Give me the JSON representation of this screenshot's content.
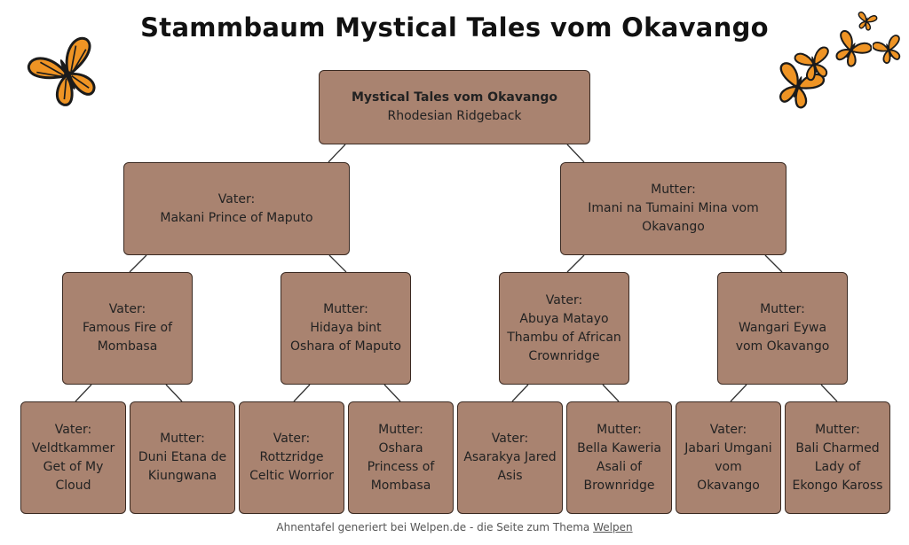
{
  "title": "Stammbaum Mystical Tales vom Okavango",
  "root": {
    "name": "Mystical Tales vom Okavango",
    "breed": "Rhodesian Ridgeback"
  },
  "gen1": [
    {
      "role": "Vater:",
      "name": "Makani Prince of Maputo"
    },
    {
      "role": "Mutter:",
      "name": "Imani na Tumaini Mina vom Okavango"
    }
  ],
  "gen2": [
    {
      "role": "Vater:",
      "name": "Famous Fire of Mombasa"
    },
    {
      "role": "Mutter:",
      "name": "Hidaya bint Oshara of Maputo"
    },
    {
      "role": "Vater:",
      "name": "Abuya Matayo Thambu of African Crownridge"
    },
    {
      "role": "Mutter:",
      "name": "Wangari Eywa vom Okavango"
    }
  ],
  "gen3": [
    {
      "role": "Vater:",
      "name": "Veldtkammer Get of My Cloud"
    },
    {
      "role": "Mutter:",
      "name": "Duni Etana de Kiungwana"
    },
    {
      "role": "Vater:",
      "name": "Rottzridge Celtic Worrior"
    },
    {
      "role": "Mutter:",
      "name": "Oshara Princess of Mombasa"
    },
    {
      "role": "Vater:",
      "name": "Asarakya Jared Asis"
    },
    {
      "role": "Mutter:",
      "name": "Bella Kaweria Asali of Brownridge"
    },
    {
      "role": "Vater:",
      "name": "Jabari Umgani vom Okavango"
    },
    {
      "role": "Mutter:",
      "name": "Bali Charmed Lady of Ekongo Kaross"
    }
  ],
  "footer": {
    "text": "Ahnentafel generiert bei Welpen.de - die Seite zum Thema",
    "link": "Welpen"
  },
  "colors": {
    "node_fill": "#a98370",
    "node_border": "#3a2a22",
    "butterfly": "#e8901e"
  },
  "icons": [
    "butterfly-icon"
  ]
}
